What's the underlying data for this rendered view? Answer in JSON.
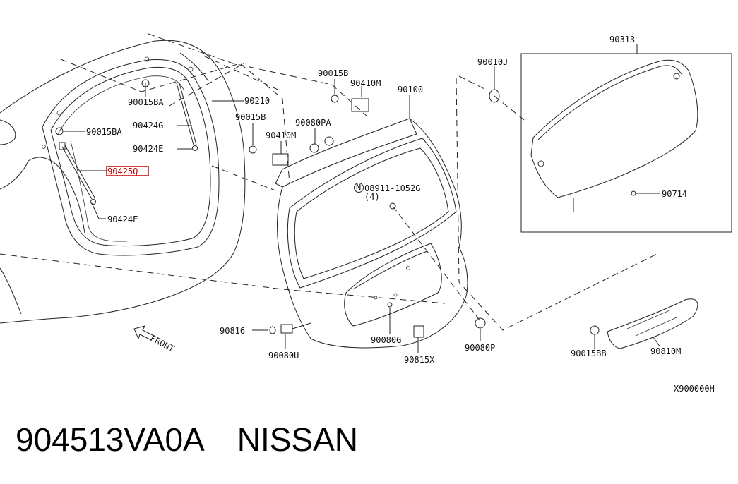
{
  "diagram": {
    "part_labels": {
      "p90015BA_a": "90015BA",
      "p90015BA_b": "90015BA",
      "p90424G": "90424G",
      "p90424E_a": "90424E",
      "p90425Q": "90425Q",
      "p90424E_b": "90424E",
      "p90210": "90210",
      "p90015B_a": "90015B",
      "p90410M_a": "90410M",
      "p90015B_b": "90015B",
      "p90080PA": "90080PA",
      "p90410M_b": "90410M",
      "p90100": "90100",
      "p08911": "08911-1052G",
      "p08911_qty": "(4)",
      "p90010J": "90010J",
      "p90313": "90313",
      "p90714": "90714",
      "p90816": "90816",
      "p90080U": "90080U",
      "p90080G": "90080G",
      "p90815X": "90815X",
      "p90080P": "90080P",
      "p90015BB": "90015BB",
      "p90810M": "90810M",
      "front": "FRONT",
      "diagram_code": "X900000H"
    },
    "highlighted_part": "90425Q",
    "highlight_color": "#cc0000"
  },
  "caption": {
    "part_number": "904513VA0A",
    "brand": "NISSAN"
  }
}
